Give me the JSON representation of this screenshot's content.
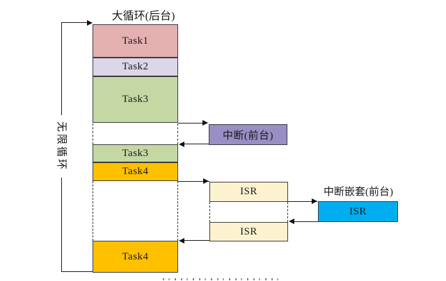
{
  "title": "大循环(后台)",
  "loop_label": "无限循环",
  "background_column": {
    "blocks": [
      {
        "label": "Task1",
        "color": "#e4b0b0"
      },
      {
        "label": "Task2",
        "color": "#dbd6e8"
      },
      {
        "label": "Task3",
        "color": "#c5d8a4"
      },
      {
        "label": "Task3",
        "color": "#c5d8a4"
      },
      {
        "label": "Task4",
        "color": "#ffc000"
      },
      {
        "label": "Task4",
        "color": "#ffc000"
      }
    ]
  },
  "foreground": {
    "interrupt_label": "中断(前台)",
    "interrupt_color": "#9a8ec4",
    "isr_top_label": "ISR",
    "isr_bottom_label": "ISR",
    "isr_color": "#fdf2d0",
    "nested_title": "中断嵌套(前台)",
    "nested_isr_label": "ISR",
    "nested_isr_color": "#00aeef"
  },
  "line_color": "#1c1c1c"
}
